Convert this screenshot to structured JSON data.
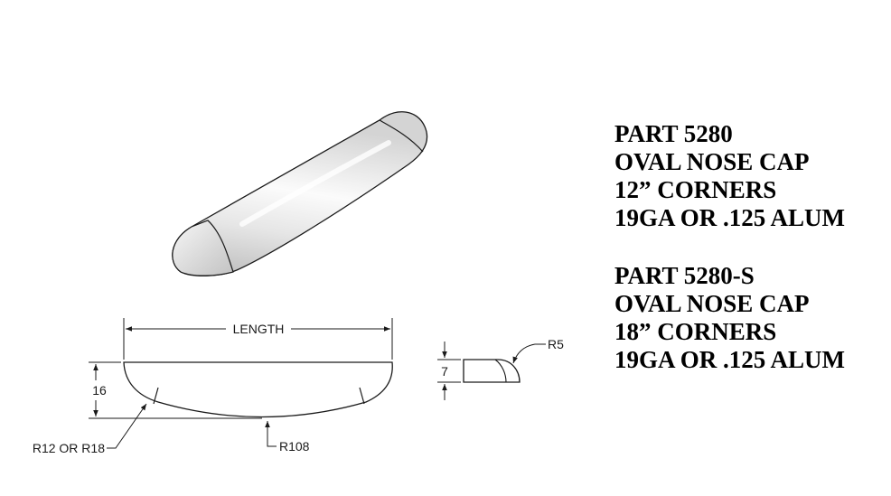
{
  "drawing": {
    "length_label": "LENGTH",
    "height_label": "16",
    "corner_radius_label": "R12 OR R18",
    "bottom_radius_label": "R108",
    "profile_height_label": "7",
    "profile_radius_label": "R5"
  },
  "specs": [
    {
      "part": "PART 5280",
      "name": "OVAL NOSE CAP",
      "corners": "12” CORNERS",
      "material": "19GA OR .125 ALUM"
    },
    {
      "part": "PART 5280-S",
      "name": "OVAL NOSE CAP",
      "corners": "18” CORNERS",
      "material": "19GA OR .125 ALUM"
    }
  ],
  "colors": {
    "line": "#1a1a1a",
    "shade_light": "#f4f4f4",
    "shade_dark": "#c9c9c9"
  }
}
